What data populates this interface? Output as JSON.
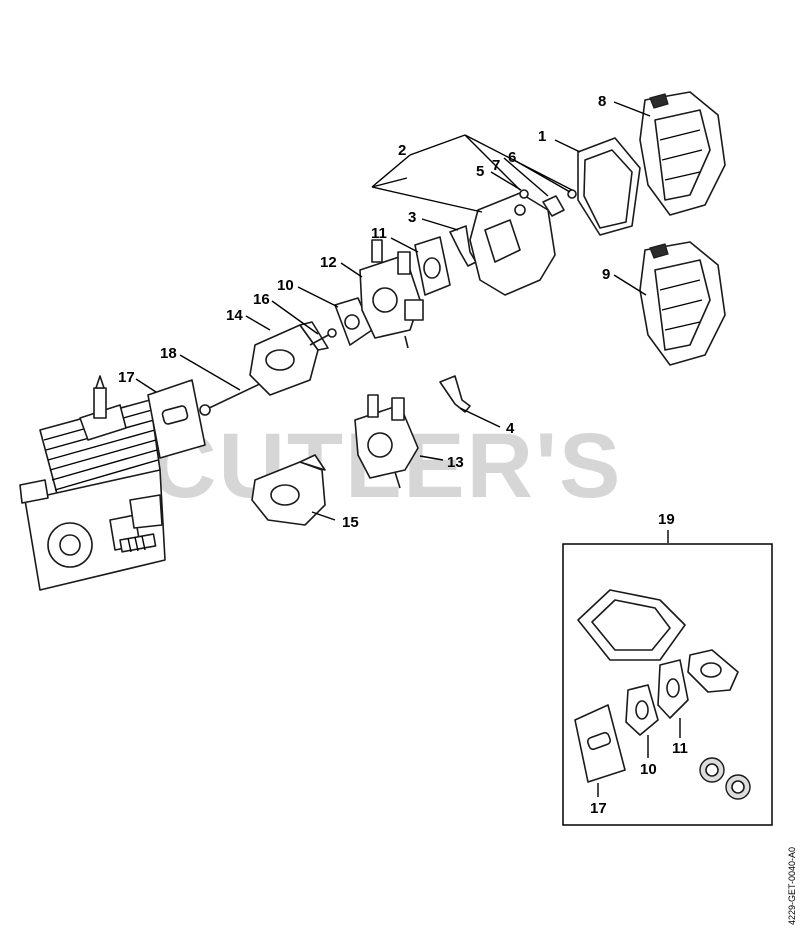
{
  "watermark": "CUTLER'S",
  "reference_code": "4229-GET-0040-A0",
  "callouts": {
    "p1": "1",
    "p2": "2",
    "p3": "3",
    "p4": "4",
    "p5": "5",
    "p6": "6",
    "p7": "7",
    "p8": "8",
    "p9": "9",
    "p10": "10",
    "p11": "11",
    "p12": "12",
    "p13": "13",
    "p14": "14",
    "p15": "15",
    "p16": "16",
    "p17": "17",
    "p18": "18",
    "p19": "19",
    "kit_p10": "10",
    "kit_p11": "11",
    "kit_p17": "17"
  }
}
